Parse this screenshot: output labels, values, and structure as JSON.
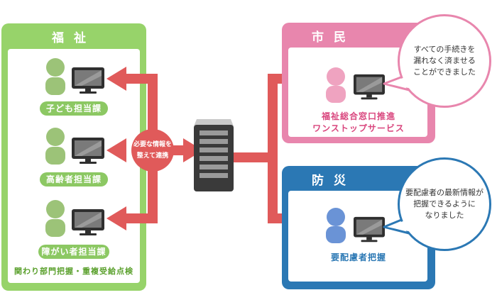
{
  "colors": {
    "welfare": "#97d36a",
    "welfare_pill": "#8cc863",
    "welfare_person": "#9cc378",
    "welfare_text": "#5aa02c",
    "citizen": "#e886ad",
    "citizen_person": "#efa3c0",
    "citizen_text": "#d9467e",
    "disaster": "#2b78b4",
    "disaster_person": "#6a93d6",
    "arrow": "#e05a5a",
    "server": "#3a3a3a"
  },
  "welfare": {
    "title": "福祉",
    "departments": [
      {
        "label": "子ども担当課"
      },
      {
        "label": "高齢者担当課"
      },
      {
        "label": "障がい者担当課"
      }
    ],
    "footer": "関わり部門把握・重複受給点検"
  },
  "hub": {
    "text": "必要な情報を\n整えて連携"
  },
  "citizen": {
    "title": "市民",
    "caption_line1": "福祉総合窓口推進",
    "caption_line2": "ワンストップサービス",
    "bubble": "すべての手続きを\n漏れなく済ませる\nことができました"
  },
  "disaster": {
    "title": "防災",
    "caption": "要配慮者把握",
    "bubble": "要配慮者の最新情報が\n把握できるように\nなりました"
  }
}
